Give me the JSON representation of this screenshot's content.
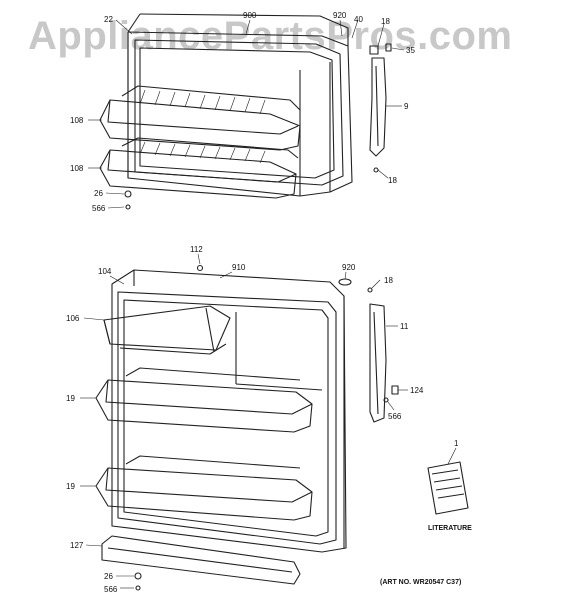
{
  "watermark": "AppliancePartsPros.com",
  "caption": "(ART NO. WR20547 C37)",
  "literature_label": "LITERATURE",
  "callouts": {
    "top_22": "22",
    "top_900": "900",
    "top_920": "920",
    "top_40": "40",
    "top_18a": "18",
    "top_35": "35",
    "top_9": "9",
    "top_18b": "18",
    "top_108a": "108",
    "top_108b": "108",
    "top_26": "26",
    "top_566": "566",
    "bot_112": "112",
    "bot_104": "104",
    "bot_910": "910",
    "bot_920": "920",
    "bot_18": "18",
    "bot_106": "106",
    "bot_11": "11",
    "bot_19a": "19",
    "bot_124": "124",
    "bot_566a": "566",
    "bot_1": "1",
    "bot_19b": "19",
    "bot_127": "127",
    "bot_26": "26",
    "bot_566b": "566"
  }
}
